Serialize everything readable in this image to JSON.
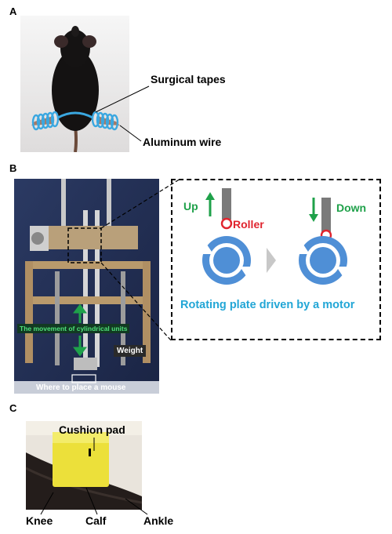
{
  "panels": {
    "a": {
      "label": "A",
      "callouts": {
        "tapes": "Surgical tapes",
        "wire": "Aluminum wire"
      }
    },
    "b": {
      "label": "B",
      "photo_labels": {
        "movement": "The movement of cylindrical units",
        "weight": "Weight",
        "place": "Where to place a mouse"
      },
      "diagram": {
        "up": "Up",
        "down": "Down",
        "roller": "Roller",
        "caption": "Rotating plate driven by a motor",
        "colors": {
          "green": "#1fa14a",
          "blue": "#4f8fd6",
          "red": "#e0242e",
          "caption": "#22a6d6"
        }
      }
    },
    "c": {
      "label": "C",
      "callouts": {
        "pad": "Cushion pad",
        "knee": "Knee",
        "calf": "Calf",
        "ankle": "Ankle"
      }
    }
  }
}
